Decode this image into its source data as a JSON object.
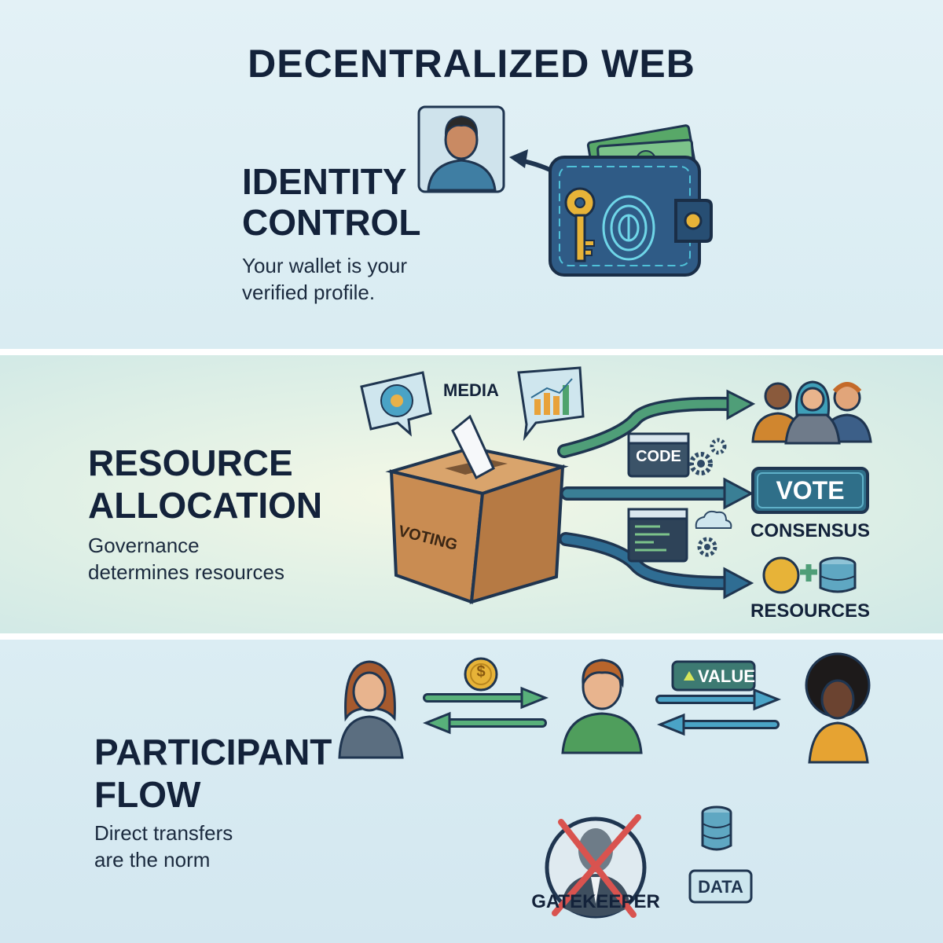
{
  "title": "DECENTRALIZED WEB",
  "sections": {
    "identity": {
      "heading_line1": "IDENTITY",
      "heading_line2": "CONTROL",
      "desc_line1": "Your wallet is your",
      "desc_line2": "verified profile."
    },
    "resources": {
      "heading_line1": "RESOURCE",
      "heading_line2": "ALLOCATION",
      "desc_line1": "Governance",
      "desc_line2": "determines resources",
      "media_label": "MEDIA",
      "box_label": "VOTING",
      "code_label": "CODE",
      "vote_label": "VOTE",
      "consensus_label": "CONSENSUS",
      "resources_label": "RESOURCES"
    },
    "participants": {
      "heading_line1": "PARTICIPANT",
      "heading_line2": "FLOW",
      "desc_line1": "Direct transfers",
      "desc_line2": "are the norm",
      "value_label": "VALUE",
      "gatekeeper_label": "GATEKEEPER",
      "data_label": "DATA",
      "coin_symbol": "$"
    }
  },
  "colors": {
    "navy": "#13223a",
    "teal_arrow": "#3a7f95",
    "green_arrow": "#4f9e78",
    "cross_red": "#d9534f",
    "gold": "#e7b338"
  }
}
